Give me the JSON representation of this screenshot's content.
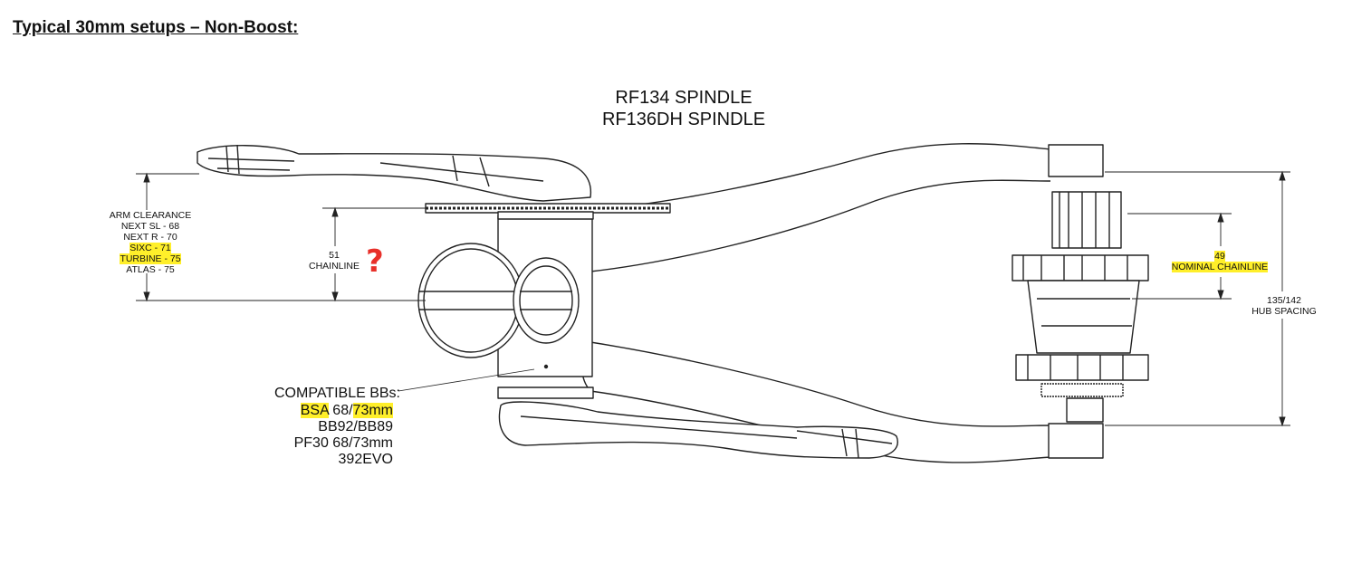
{
  "heading": "Typical 30mm setups – Non-Boost:",
  "spindle": {
    "line1": "RF134 SPINDLE",
    "line2": "RF136DH SPINDLE"
  },
  "arm_clearance": {
    "title": "ARM CLEARANCE",
    "items": [
      "NEXT SL - 68",
      "NEXT R - 70",
      "SIXC - 71",
      "TURBINE - 75",
      "ATLAS - 75"
    ],
    "highlight_color": "#ffef2a"
  },
  "chainline": {
    "value": "51",
    "label": "CHAINLINE"
  },
  "question_mark": "?",
  "nominal_chainline": {
    "value": "49",
    "label": "NOMINAL CHAINLINE"
  },
  "hub_spacing": {
    "value": "135/142",
    "label": "HUB SPACING"
  },
  "compatible_bbs": {
    "title": "COMPATIBLE BBs:",
    "bsa_prefix": "BSA",
    "bsa_sizes_a": " 68/",
    "bsa_sizes_b": "73mm",
    "items": [
      "BB92/BB89",
      "PF30 68/73mm",
      "392EVO"
    ]
  },
  "colors": {
    "highlight": "#ffef2a",
    "question": "#e8302a",
    "line": "#222222"
  }
}
